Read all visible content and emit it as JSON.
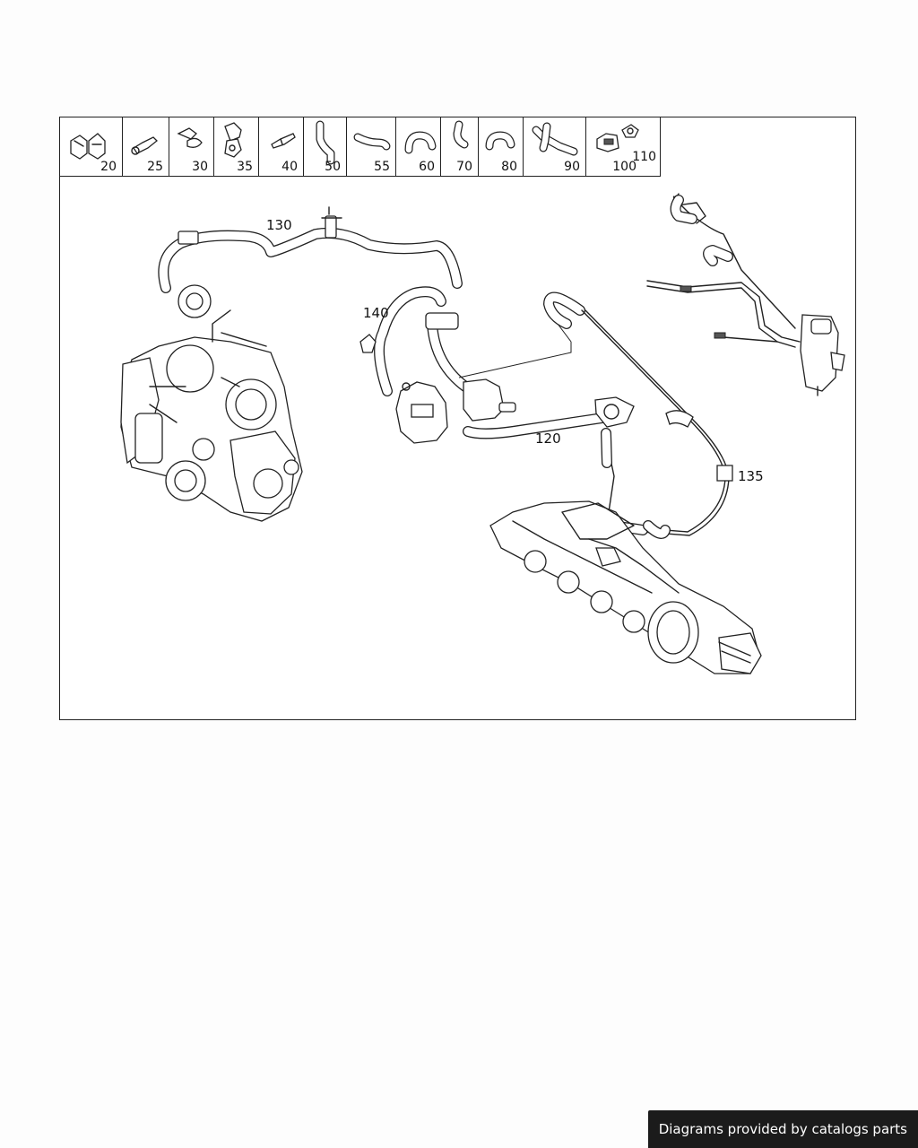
{
  "parts_strip": [
    {
      "labels": [
        "20"
      ],
      "icon": "clip-set-icon"
    },
    {
      "labels": [
        "25"
      ],
      "icon": "connector-icon"
    },
    {
      "labels": [
        "30"
      ],
      "icon": "clamp-icon"
    },
    {
      "labels": [
        "35"
      ],
      "icon": "valve-bracket-icon"
    },
    {
      "labels": [
        "40"
      ],
      "icon": "straight-connector-icon"
    },
    {
      "labels": [
        "50"
      ],
      "icon": "bent-hose-icon"
    },
    {
      "labels": [
        "55"
      ],
      "icon": "curved-hose-icon"
    },
    {
      "labels": [
        "60"
      ],
      "icon": "u-hose-icon"
    },
    {
      "labels": [
        "70"
      ],
      "icon": "elbow-hose-icon"
    },
    {
      "labels": [
        "80"
      ],
      "icon": "arc-hose-icon"
    },
    {
      "labels": [
        "90"
      ],
      "icon": "t-hose-icon"
    },
    {
      "labels": [
        "100",
        "110"
      ],
      "icon": "vacuum-valve-icon"
    }
  ],
  "callouts": {
    "c130": "130",
    "c140": "140",
    "c120": "120",
    "c135": "135"
  },
  "footer": {
    "text": "Diagrams provided by catalogs parts"
  }
}
